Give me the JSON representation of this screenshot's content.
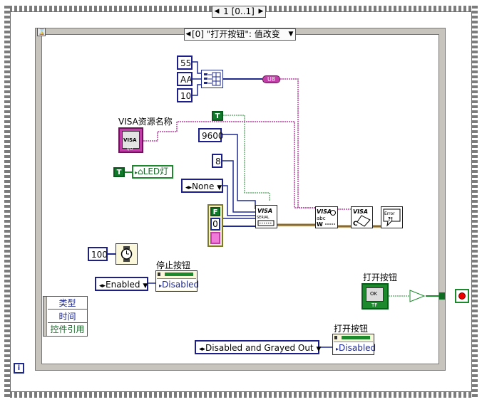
{
  "sequence": {
    "frame_selector": "1 [0..1]"
  },
  "event_case": {
    "selector": "[0] \"打开按钮\": 值改变"
  },
  "constants": {
    "c55": "55",
    "cAA": "AA",
    "c10": "10",
    "baud": "9600",
    "databits": "8",
    "timeout": "100",
    "bool_t1": "T",
    "bool_t2": "T",
    "bool_f": "F",
    "zero": "0"
  },
  "visa": {
    "label": "VISA资源名称",
    "chip_text": "VISA",
    "io_text": "I/O",
    "serial_text": "SERIAL",
    "abc_text": "abc",
    "close_c": "C",
    "error_text": "Error"
  },
  "enums": {
    "parity": "None",
    "enabled": "Enabled",
    "disabled_grayed": "Disabled and Grayed Out"
  },
  "led": {
    "label": "LED灯"
  },
  "stop_button": {
    "label": "停止按钮",
    "prop": "Disabled"
  },
  "open_button_prop": {
    "label": "打开按钮",
    "prop": "Disabled"
  },
  "open_button_terminal": {
    "label": "打开按钮",
    "ok_text": "OK",
    "tf_text": "TF"
  },
  "event_data": {
    "items": [
      "类型",
      "时间",
      "控件引用"
    ]
  },
  "info_icon": "i",
  "hourglass_icon": "⌛",
  "u8_text": "U8",
  "colors": {
    "wire_pink": "#c13ea8",
    "wire_blue": "#1f2a8f",
    "wire_green": "#1c8a2c",
    "wire_brown": "#8a6a2c"
  }
}
